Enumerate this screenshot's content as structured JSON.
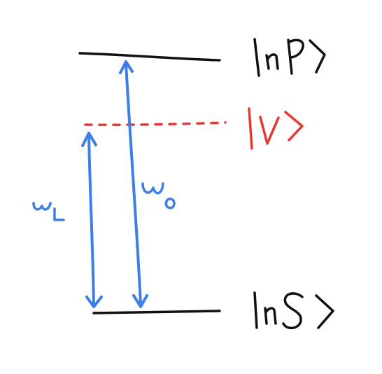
{
  "diagram": {
    "levels": [
      {
        "id": "upper",
        "label": "|nP⟩",
        "color": "#111111"
      },
      {
        "id": "virtual",
        "label": "|V⟩",
        "color": "#e53935",
        "style": "dashed"
      },
      {
        "id": "ground",
        "label": "|nS⟩",
        "color": "#111111"
      }
    ],
    "transitions": [
      {
        "id": "laser",
        "label": "ωL",
        "from": "ground",
        "to": "virtual",
        "color": "#3d7fe6"
      },
      {
        "id": "resonant",
        "label": "ω0",
        "from": "ground",
        "to": "upper",
        "color": "#3d7fe6"
      }
    ]
  },
  "colors": {
    "ink": "#111111",
    "arrow": "#3d7fe6",
    "virtual": "#e53935",
    "background": "#ffffff"
  }
}
